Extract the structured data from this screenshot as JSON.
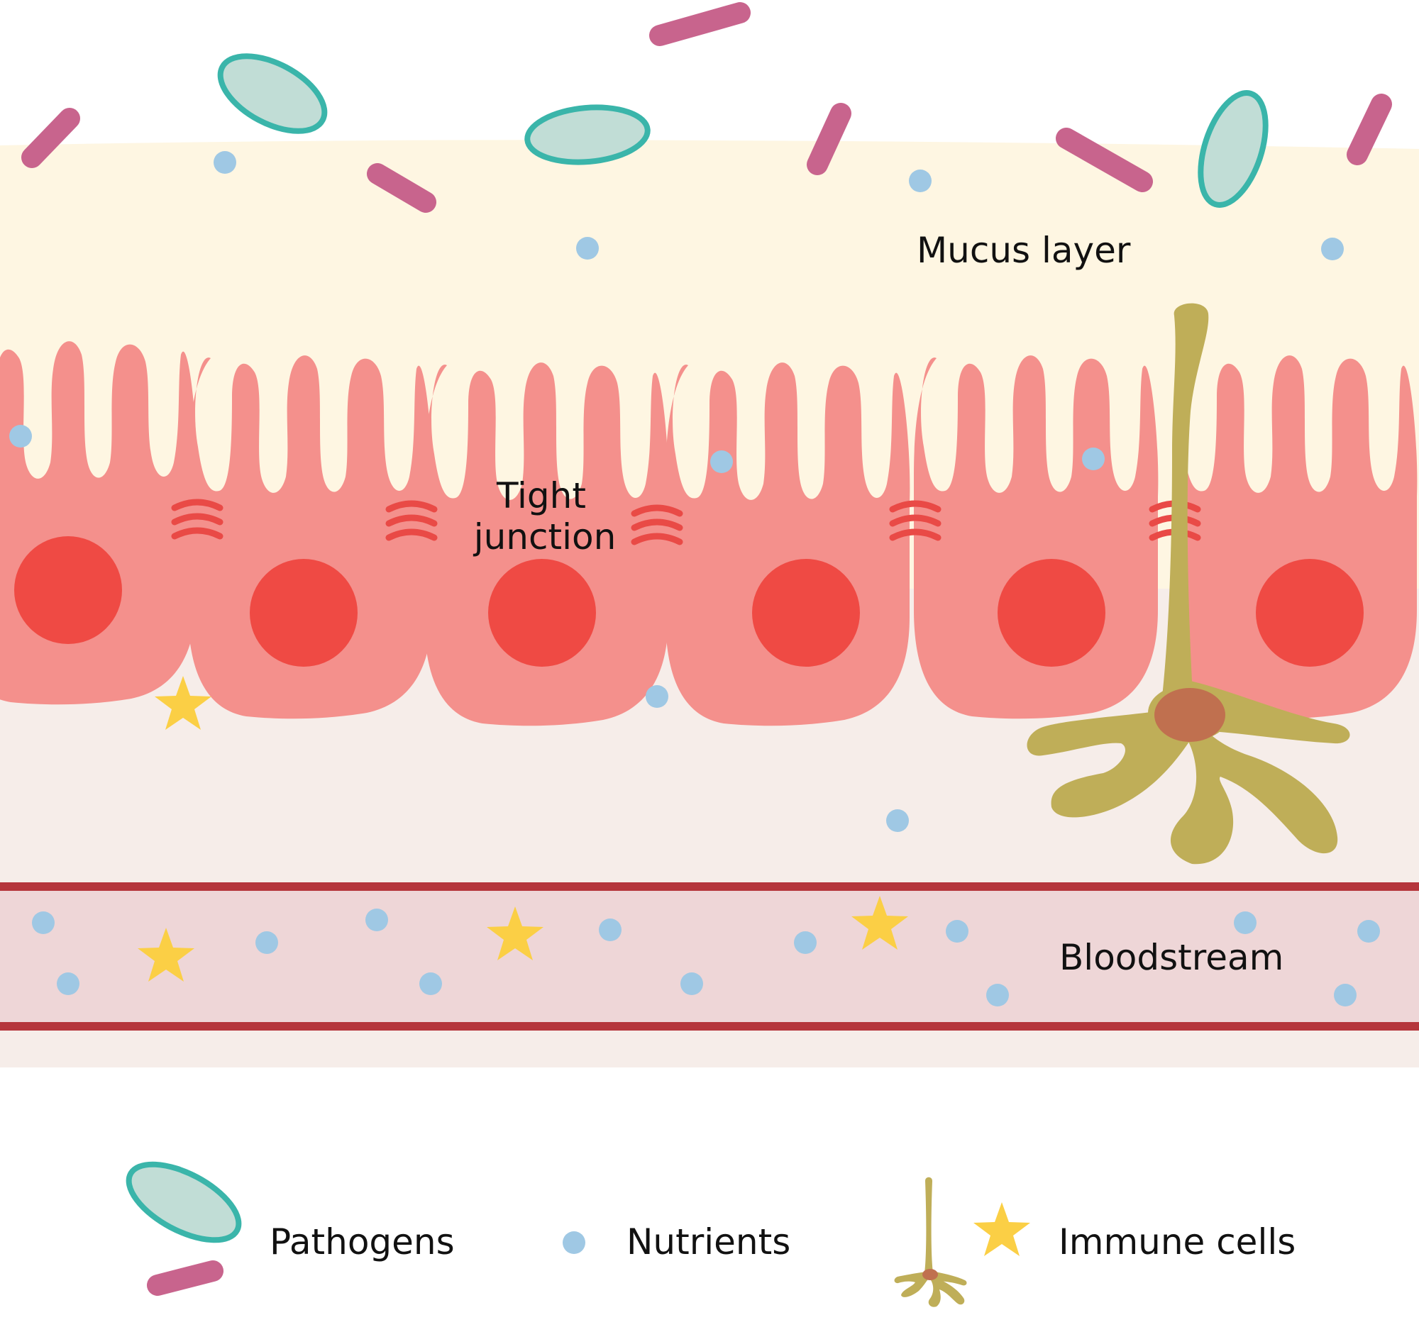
{
  "labels": {
    "mucus": "Mucus layer",
    "tight_1": "Tight",
    "tight_2": "junction",
    "bloodstream": "Bloodstream"
  },
  "legend": {
    "pathogens": "Pathogens",
    "nutrients": "Nutrients",
    "immune_cells": "Immune cells"
  },
  "colors": {
    "mucus": "#fef6e2",
    "tissue": "#f6ede9",
    "blood": "#eed6d7",
    "vessel_wall": "#b5353b",
    "cell": "#f4908c",
    "nucleus": "#ef4a44",
    "tight_junction": "#e94a46",
    "pathogen_rod": "#c8648d",
    "pathogen_oval_fill": "#c1ddd6",
    "pathogen_oval_stroke": "#3ab5aa",
    "nutrient": "#9fc8e4",
    "immune_star": "#fbcf45",
    "dendritic_cell": "#bfae58",
    "dendritic_nucleus": "#c0704f"
  },
  "icons": {
    "pathogen_oval": "teal-oval-pathogen-icon",
    "pathogen_rod": "pink-rod-pathogen-icon",
    "nutrient": "blue-dot-nutrient-icon",
    "immune_star": "yellow-star-immune-icon",
    "dendritic": "branched-dendritic-cell-icon"
  }
}
